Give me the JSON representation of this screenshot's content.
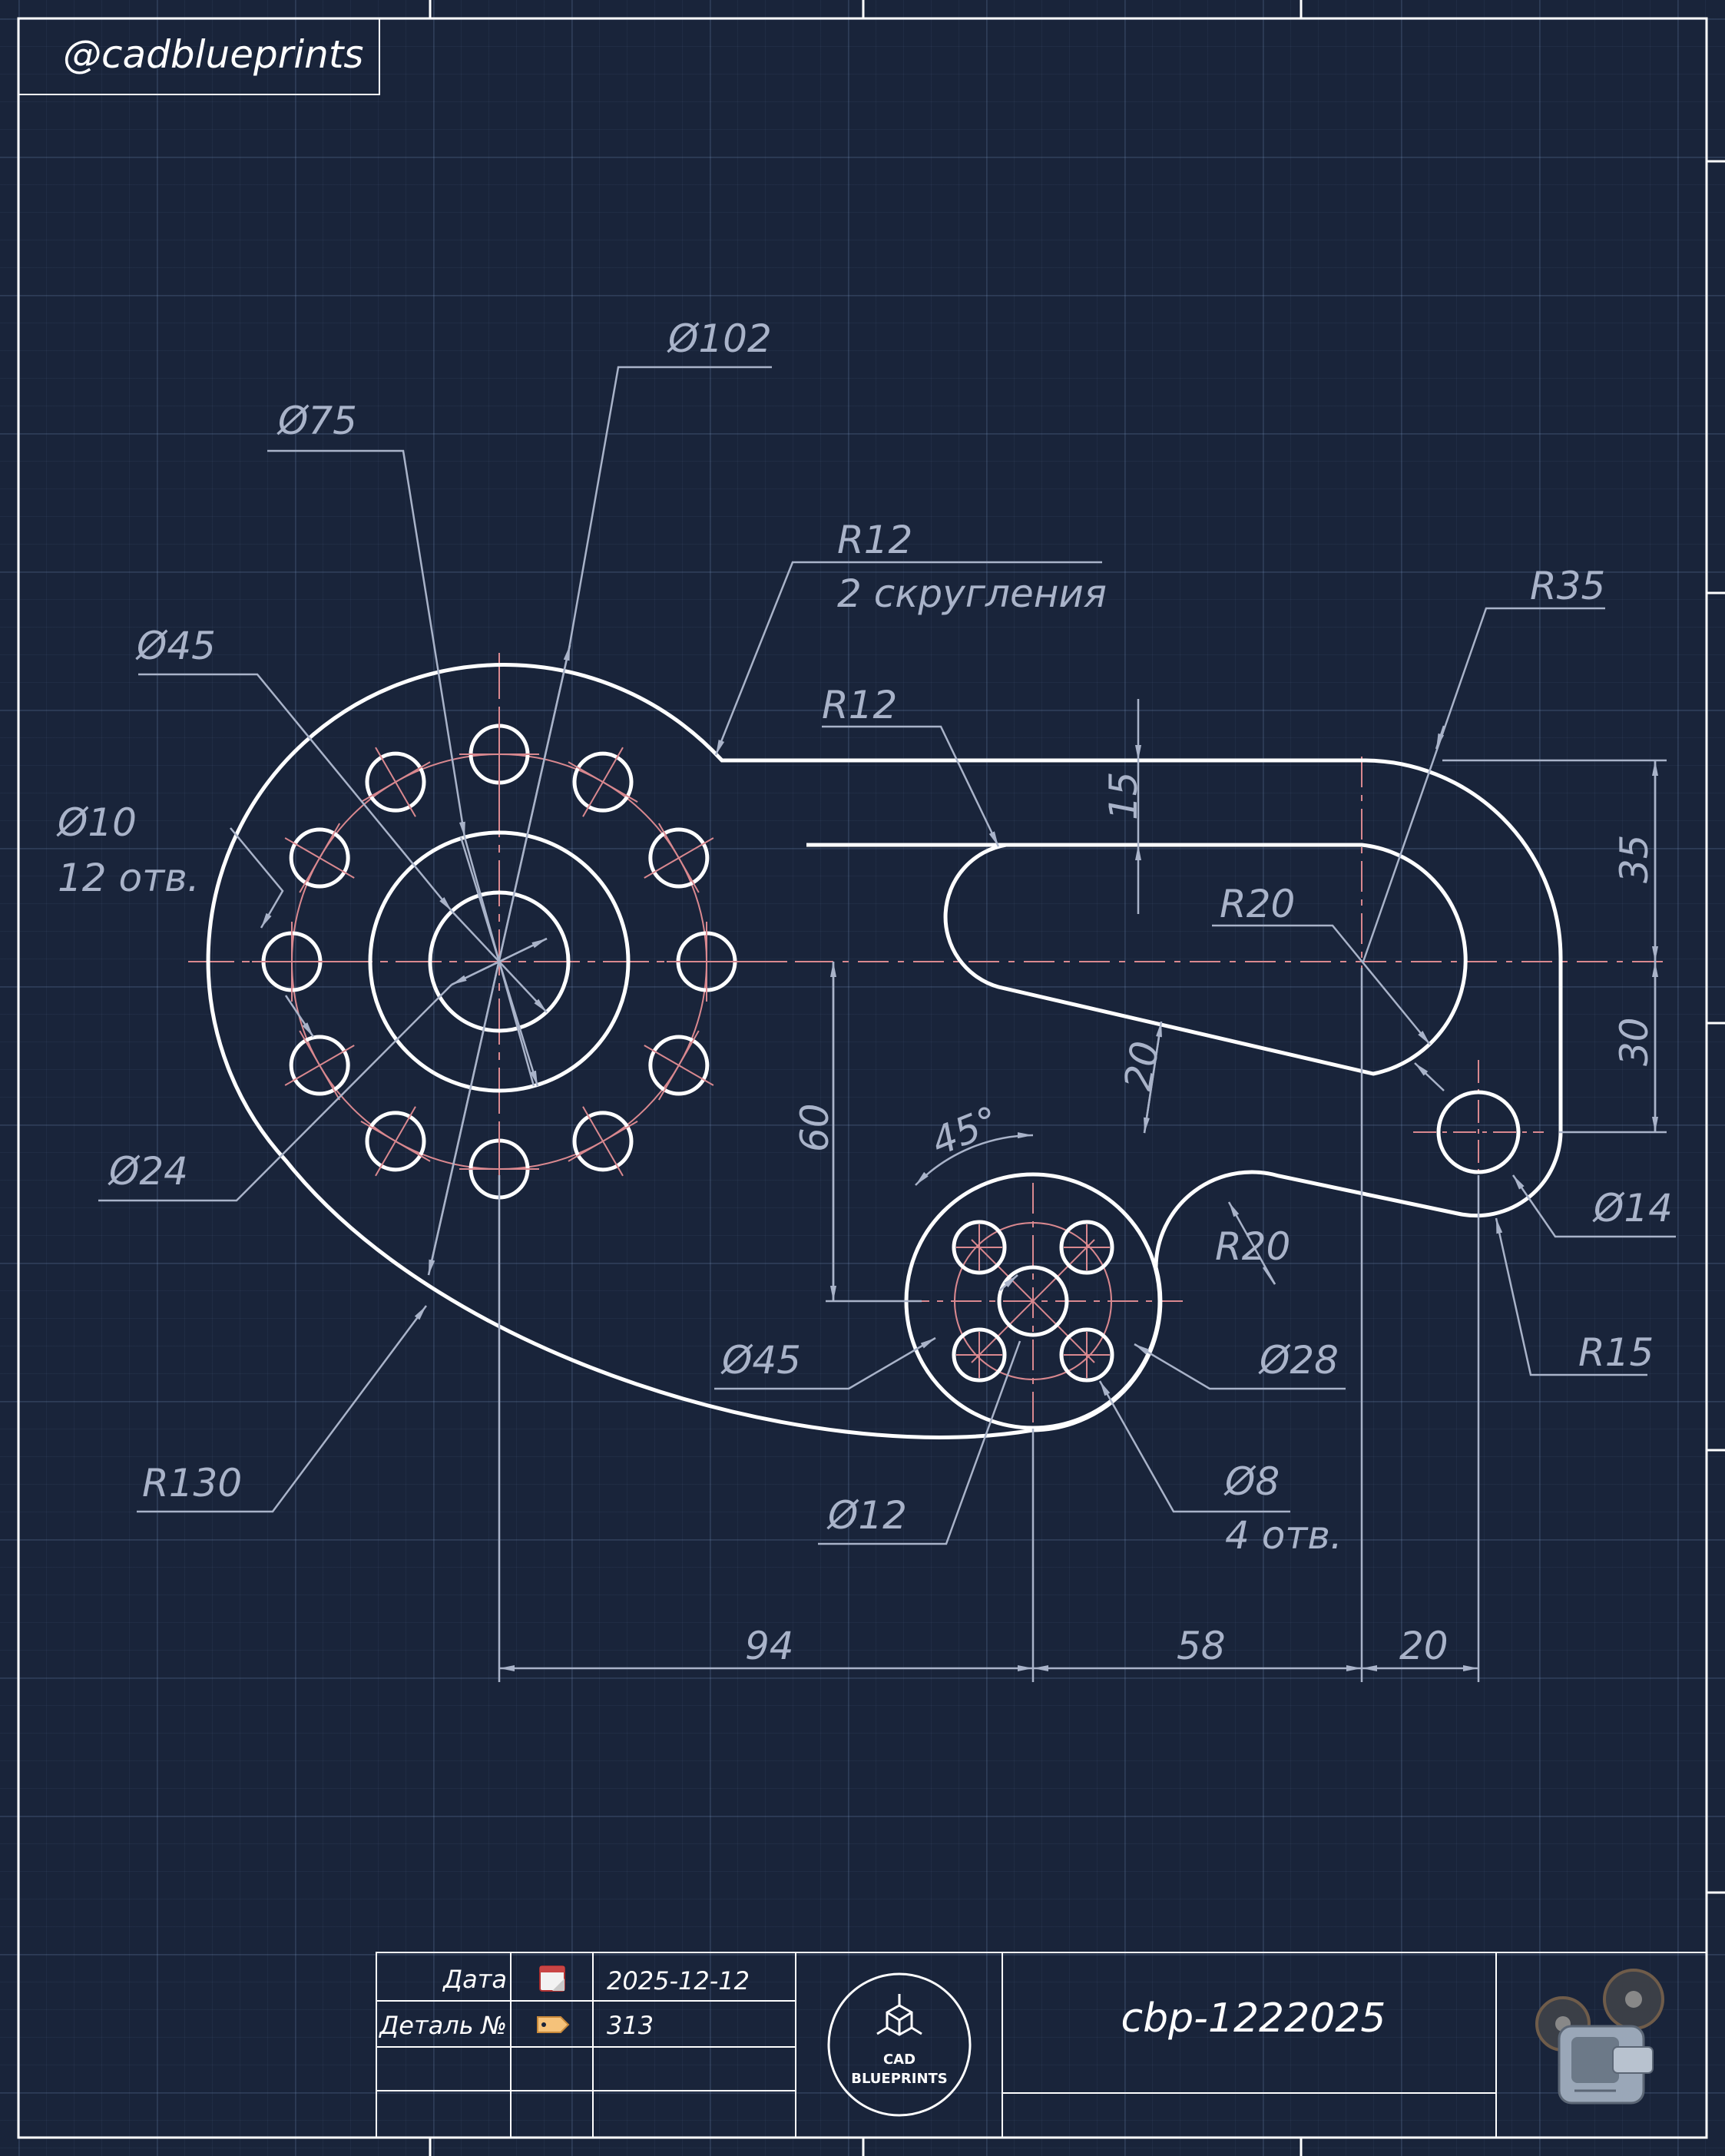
{
  "watermark": "@cadblueprints",
  "dimensions": {
    "d102": "Ø102",
    "d75": "Ø75",
    "d45_top": "Ø45",
    "d10": "Ø10",
    "d10_count": "12 отв.",
    "d24": "Ø24",
    "r130": "R130",
    "r12_fillets": "R12",
    "r12_fillets_note": "2 скругления",
    "r12_slot": "R12",
    "r35": "R35",
    "r20_slot": "R20",
    "dim15": "15",
    "dim35": "35",
    "dim30": "30",
    "dim20_width": "20",
    "dim60": "60",
    "angle45": "45°",
    "r20_lower": "R20",
    "d14": "Ø14",
    "r15": "R15",
    "d45_small": "Ø45",
    "d28": "Ø28",
    "d12": "Ø12",
    "d8": "Ø8",
    "d8_count": "4 отв.",
    "dim94": "94",
    "dim58": "58",
    "dim20_h": "20"
  },
  "title_block": {
    "date_label": "Дата",
    "date_value": "2025-12-12",
    "part_label": "Деталь №",
    "part_value": "313",
    "drawing_code": "cbp-1222025",
    "logo_line1": "CAD",
    "logo_line2": "BLUEPRINTS",
    "calendar_icon": "calendar-icon",
    "tag_icon": "tag-icon",
    "mascot_icon": "film-projector-icon"
  },
  "colors": {
    "background": "#19243a",
    "part_outline": "#ffffff",
    "dimension": "#a9b3c9",
    "centerline": "#e08a8a"
  }
}
